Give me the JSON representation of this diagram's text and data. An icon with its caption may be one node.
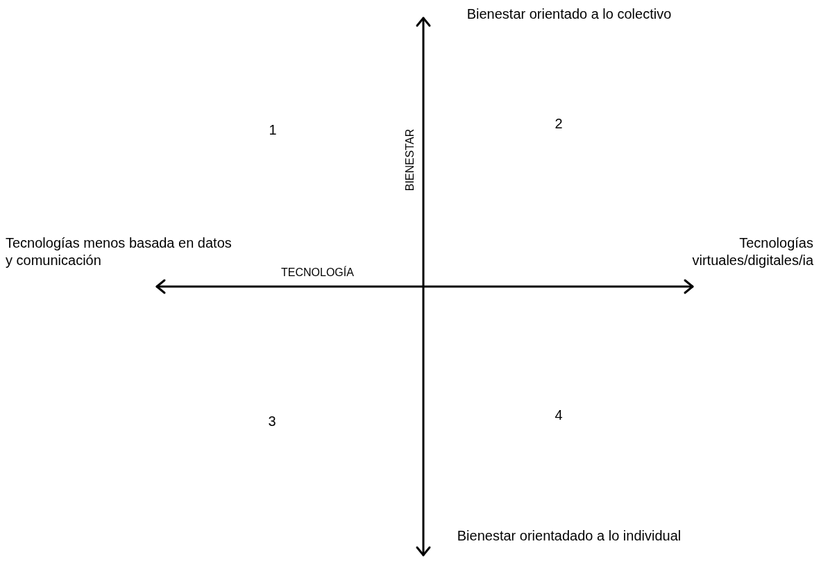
{
  "diagram": {
    "labels": [
      "Bienestar orientado a lo colectivo",
      "1",
      "BIENESTAR",
      "2",
      "Tecnologías menos basada en datos y comunicación",
      "Tecnologías virtuales/digitales/ia",
      "TECNOLOGÍA",
      "3",
      "4",
      "Bienestar orientadado a lo individual"
    ]
  }
}
